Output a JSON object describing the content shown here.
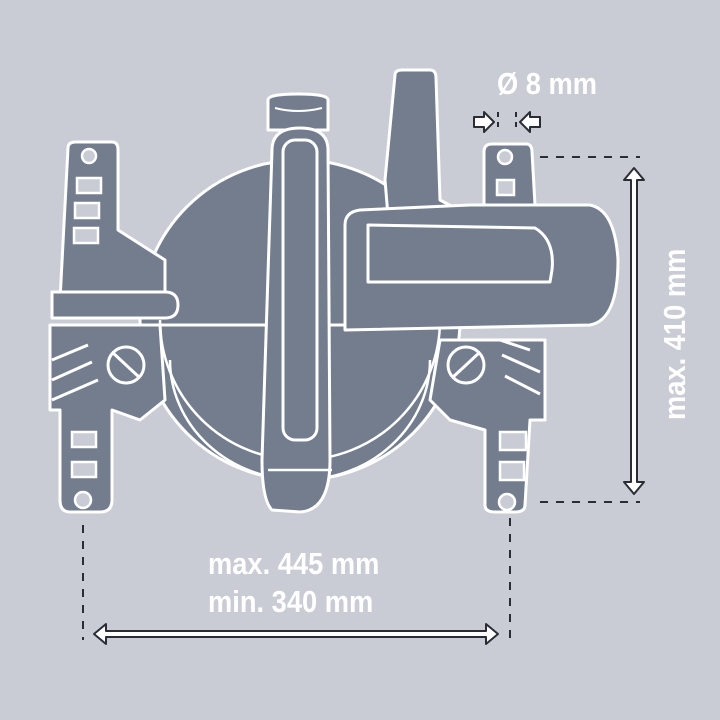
{
  "diagram": {
    "type": "technical dimension drawing",
    "subject": "miter saw mounting footprint (top view)",
    "colors": {
      "background": "#c9ccd4",
      "body_fill": "#737d8e",
      "outline": "#ffffff",
      "arrow_outline": "#2a2d33",
      "text": "#ffffff"
    },
    "dimensions": {
      "hole_diameter": {
        "label": "Ø 8 mm",
        "value": 8,
        "unit": "mm"
      },
      "height": {
        "label": "max. 410 mm",
        "qualifier": "max.",
        "value": 410,
        "unit": "mm"
      },
      "width_max": {
        "label": "max. 445 mm",
        "qualifier": "max.",
        "value": 445,
        "unit": "mm"
      },
      "width_min": {
        "label": "min. 340 mm",
        "qualifier": "min.",
        "value": 340,
        "unit": "mm"
      }
    }
  }
}
